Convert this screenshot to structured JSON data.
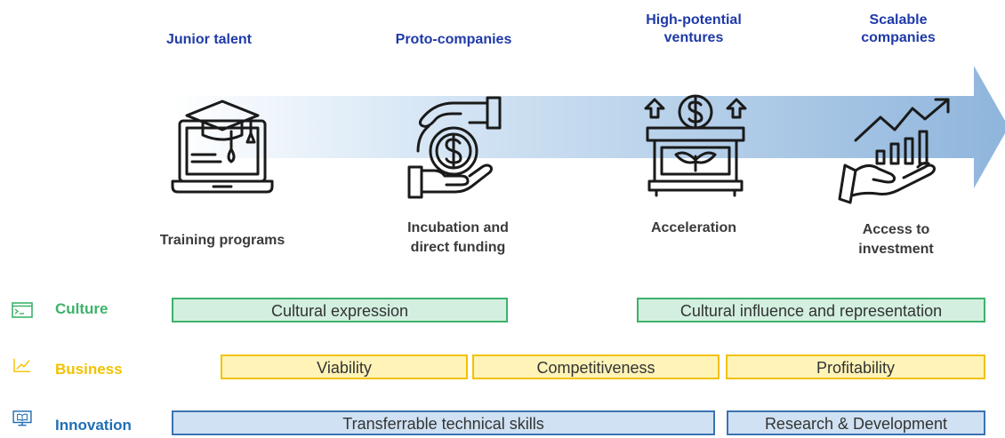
{
  "stages": [
    {
      "title": "Junior talent"
    },
    {
      "title": "Proto-companies"
    },
    {
      "title": "High-potential\nventures"
    },
    {
      "title": "Scalable\ncompanies"
    }
  ],
  "steps": [
    {
      "label": "Training programs",
      "icon": "laptop-graduation-cap-icon"
    },
    {
      "label": "Incubation and\ndirect funding",
      "icon": "hand-coin-icon"
    },
    {
      "label": "Acceleration",
      "icon": "dollar-sprout-box-icon"
    },
    {
      "label": "Access to\ninvestment",
      "icon": "hand-growth-chart-icon"
    }
  ],
  "rows": {
    "culture": {
      "label": "Culture",
      "color": "#3db26a",
      "icon": "terminal-window-icon",
      "boxes": [
        "Cultural expression",
        "Cultural influence and representation"
      ]
    },
    "business": {
      "label": "Business",
      "color": "#f2c200",
      "icon": "trend-line-icon",
      "boxes": [
        "Viability",
        "Competitiveness",
        "Profitability"
      ]
    },
    "innovation": {
      "label": "Innovation",
      "color": "#1f6fb5",
      "icon": "monitor-book-icon",
      "boxes": [
        "Transferrable technical skills",
        "Research & Development"
      ]
    }
  },
  "colors": {
    "arrow_start": "#ffffff",
    "arrow_end": "#8fb5dc",
    "stage_title": "#1f3aa8"
  }
}
